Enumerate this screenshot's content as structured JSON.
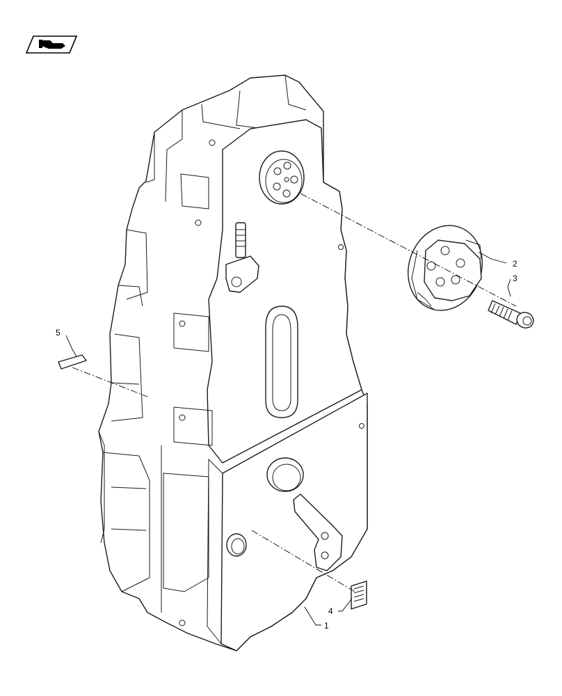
{
  "nav_badge": {
    "icon": "hand-pointer-icon"
  },
  "callouts": {
    "part1": "1",
    "part2": "2",
    "part3": "3",
    "part4": "4",
    "part5": "5"
  }
}
